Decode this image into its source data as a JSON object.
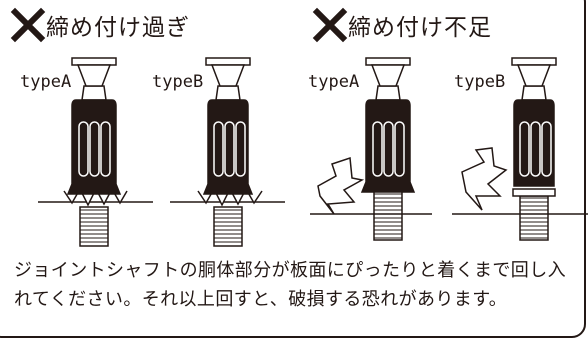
{
  "panels": [
    {
      "title": "締め付け過ぎ",
      "mark": "cross-mark-icon",
      "left_label": "typeA",
      "right_label": "typeB"
    },
    {
      "title": "締め付け不足",
      "mark": "cross-mark-icon",
      "left_label": "typeA",
      "right_label": "typeB"
    }
  ],
  "description": "ジョイントシャフトの胴体部分が板面にぴったりと着くまで回し入れてください。それ以上回すと、破損する恐れがあります。",
  "colors": {
    "ink": "#231815",
    "background": "#ffffff"
  }
}
